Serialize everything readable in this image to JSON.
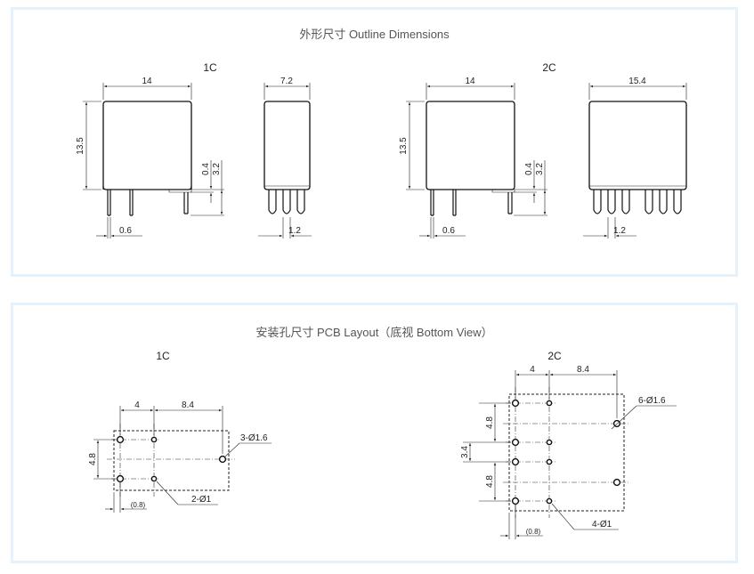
{
  "outline": {
    "title": "外形尺寸 Outline Dimensions",
    "v1c": {
      "label": "1C",
      "front": {
        "width": "14",
        "height": "13.5",
        "pin_gap": "0.4",
        "pin_len": "3.2",
        "pin_w": "0.6"
      },
      "side": {
        "width": "7.2",
        "pitch": "1.2"
      }
    },
    "v2c": {
      "label": "2C",
      "front": {
        "width": "14",
        "height": "13.5",
        "pin_gap": "0.4",
        "pin_len": "3.2",
        "pin_w": "0.6"
      },
      "side": {
        "width": "15.4",
        "pitch": "1.2"
      }
    }
  },
  "pcb": {
    "title": "安装孔尺寸 PCB Layout（底视 Bottom View）",
    "v1c": {
      "label": "1C",
      "dim_a": "4",
      "dim_b": "8.4",
      "dim_v": "4.8",
      "dim_edge": "(0.8)",
      "hole_big": "3-Ø1.6",
      "hole_small": "2-Ø1"
    },
    "v2c": {
      "label": "2C",
      "dim_a": "4",
      "dim_b": "8.4",
      "dim_v1": "4.8",
      "dim_v2": "3.4",
      "dim_v3": "4.8",
      "dim_edge": "(0.8)",
      "hole_big": "6-Ø1.6",
      "hole_small": "4-Ø1"
    }
  },
  "colors": {
    "panel_border": "#e5f1fb",
    "line": "#222222"
  }
}
